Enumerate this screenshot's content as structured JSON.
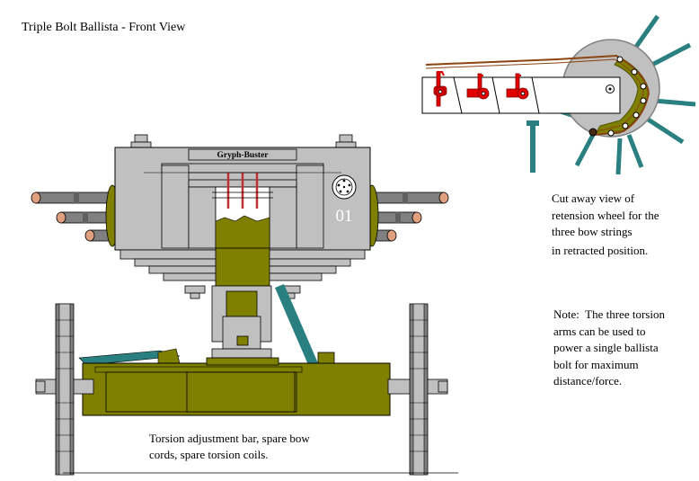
{
  "title": "Triple Bolt Ballista - Front View",
  "plate_label": "Gryph-Buster",
  "unit_number": "01",
  "cutaway_caption": [
    "Cut away view of",
    "retension wheel for the",
    "three bow strings",
    "in retracted position."
  ],
  "note_lines": [
    "Note:  The three torsion",
    "arms can be used to",
    "power a single ballista",
    "bolt for maximum",
    "distance/force."
  ],
  "bottom_note_lines": [
    "Torsion adjustment bar, spare bow",
    "cords, spare torsion coils."
  ],
  "colors": {
    "olive": "#808000",
    "gray": "#c0c0c0",
    "dark_gray": "#808080",
    "teal": "#2a8080",
    "red": "#e00000",
    "copper": "#e0a080"
  }
}
